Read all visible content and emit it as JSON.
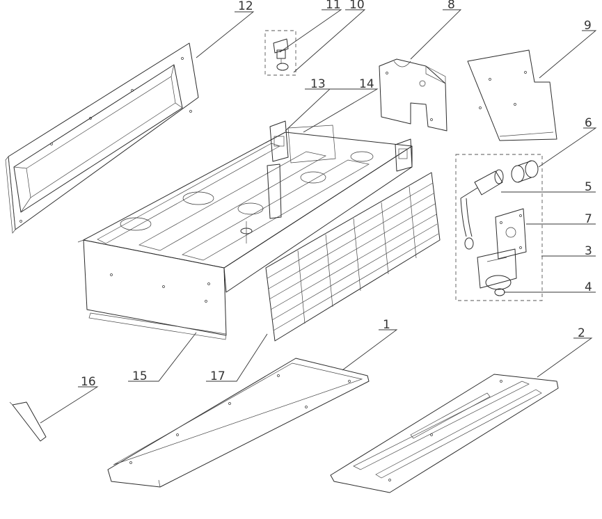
{
  "callouts": [
    {
      "id": "1",
      "label": "1"
    },
    {
      "id": "2",
      "label": "2"
    },
    {
      "id": "3",
      "label": "3"
    },
    {
      "id": "4",
      "label": "4"
    },
    {
      "id": "5",
      "label": "5"
    },
    {
      "id": "6",
      "label": "6"
    },
    {
      "id": "7",
      "label": "7"
    },
    {
      "id": "8",
      "label": "8"
    },
    {
      "id": "9",
      "label": "9"
    },
    {
      "id": "10",
      "label": "10"
    },
    {
      "id": "11",
      "label": "11"
    },
    {
      "id": "12",
      "label": "12"
    },
    {
      "id": "13",
      "label": "13"
    },
    {
      "id": "14",
      "label": "14"
    },
    {
      "id": "15",
      "label": "15"
    },
    {
      "id": "16",
      "label": "16"
    },
    {
      "id": "17",
      "label": "17"
    }
  ],
  "colors": {
    "line": "#2a2a2a",
    "background": "#ffffff"
  }
}
